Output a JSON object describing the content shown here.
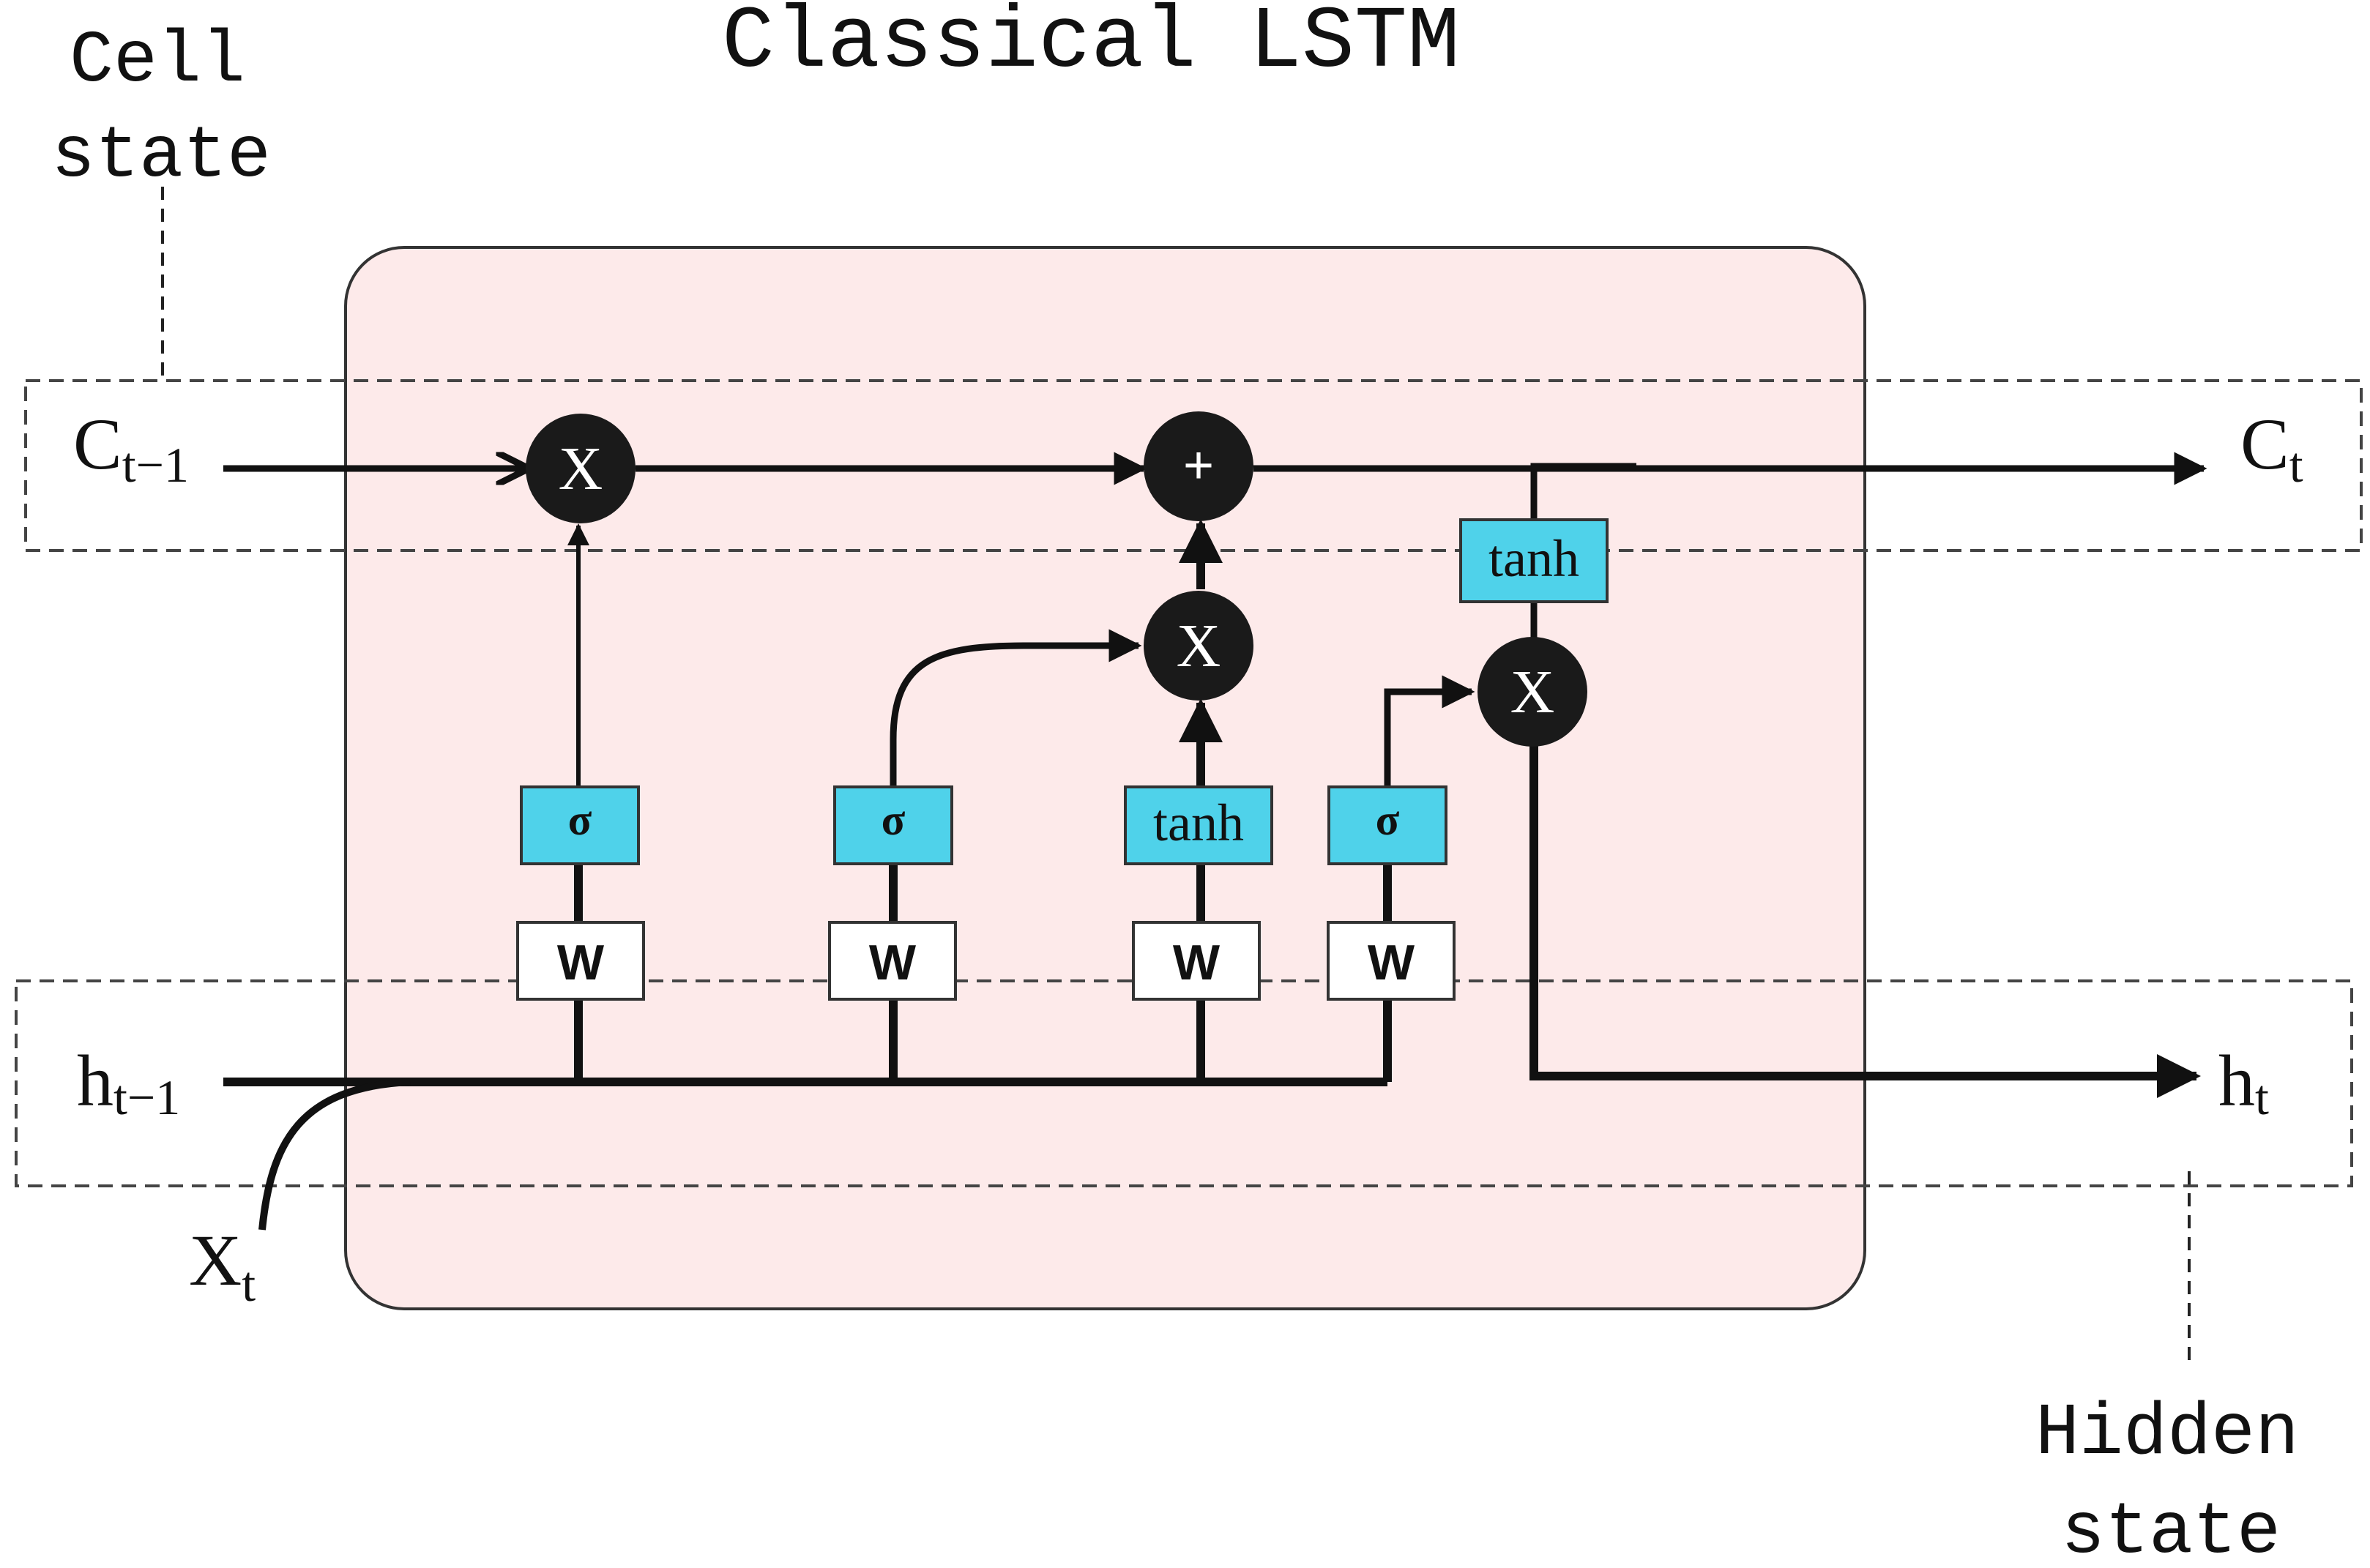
{
  "title": "Classical LSTM",
  "labels": {
    "cell_state_line1": "Cell",
    "cell_state_line2": "state",
    "hidden_state_line1": "Hidden",
    "hidden_state_line2": "state",
    "c_prev_main": "C",
    "c_prev_sub": "t−1",
    "c_next_main": "C",
    "c_next_sub": "t",
    "h_prev_main": "h",
    "h_prev_sub": "t−1",
    "h_next_main": "h",
    "h_next_sub": "t",
    "x_main": "X",
    "x_sub": "t"
  },
  "operators": {
    "multiply": "X",
    "add": "+"
  },
  "gates": {
    "sigma": "σ",
    "tanh": "tanh",
    "weight": "W"
  },
  "colors": {
    "cell_background": "#fdeaea",
    "gate_fill": "#4fd2ea",
    "operator_fill": "#1a1a1a",
    "line": "#111111"
  }
}
